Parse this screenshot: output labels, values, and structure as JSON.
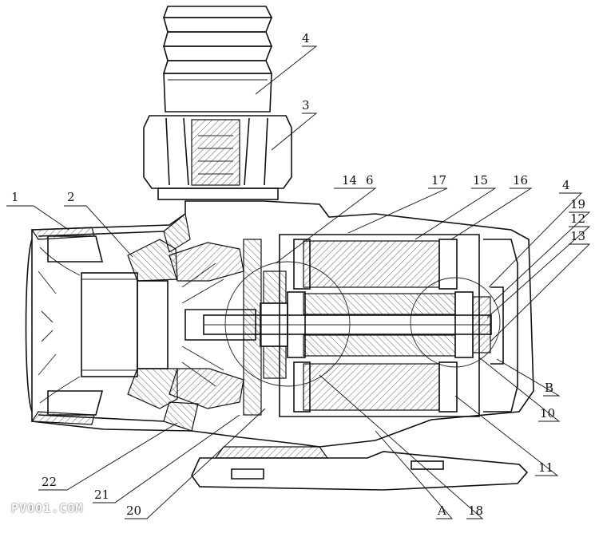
{
  "labels": {
    "l1": "1",
    "l2": "2",
    "l3": "3",
    "l4a": "4",
    "l4b": "4",
    "l6": "6",
    "l10": "10",
    "l11": "11",
    "l12": "12",
    "l13": "13",
    "l14": "14",
    "l15": "15",
    "l16": "16",
    "l17": "17",
    "l18": "18",
    "l19": "19",
    "l20": "20",
    "l21": "21",
    "l22": "22",
    "lA": "A",
    "lB": "B"
  },
  "watermark": "PV001.COM"
}
